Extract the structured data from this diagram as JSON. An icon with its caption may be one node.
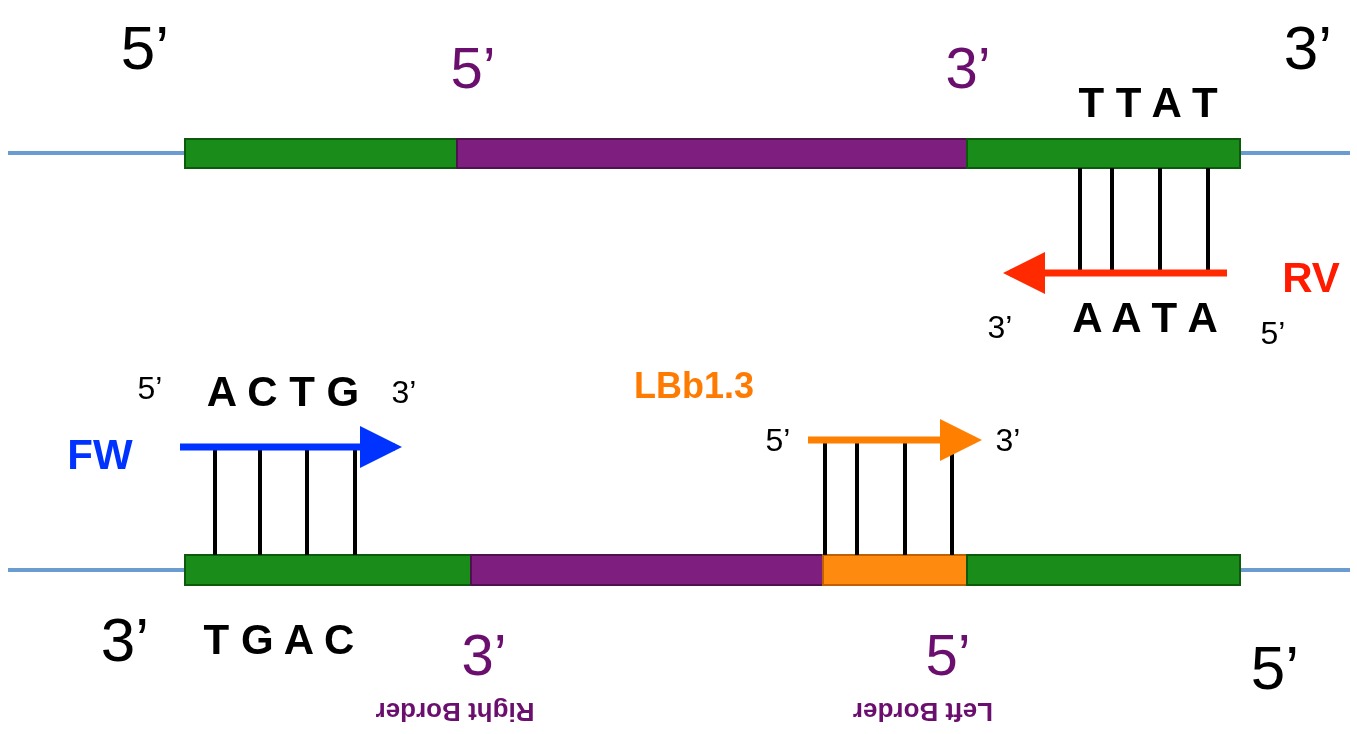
{
  "diagram": {
    "labels": [
      "5’",
      "5’",
      "3’",
      "3’",
      "T T A T",
      "RV",
      "3’",
      "A A T A",
      "5’",
      "5’",
      "A C T G",
      "3’",
      "LBb1.3",
      "FW",
      "5’",
      "3’",
      "3’",
      "T G A C",
      "3’",
      "5’",
      "5’",
      "Right Border",
      "Left Border"
    ]
  }
}
